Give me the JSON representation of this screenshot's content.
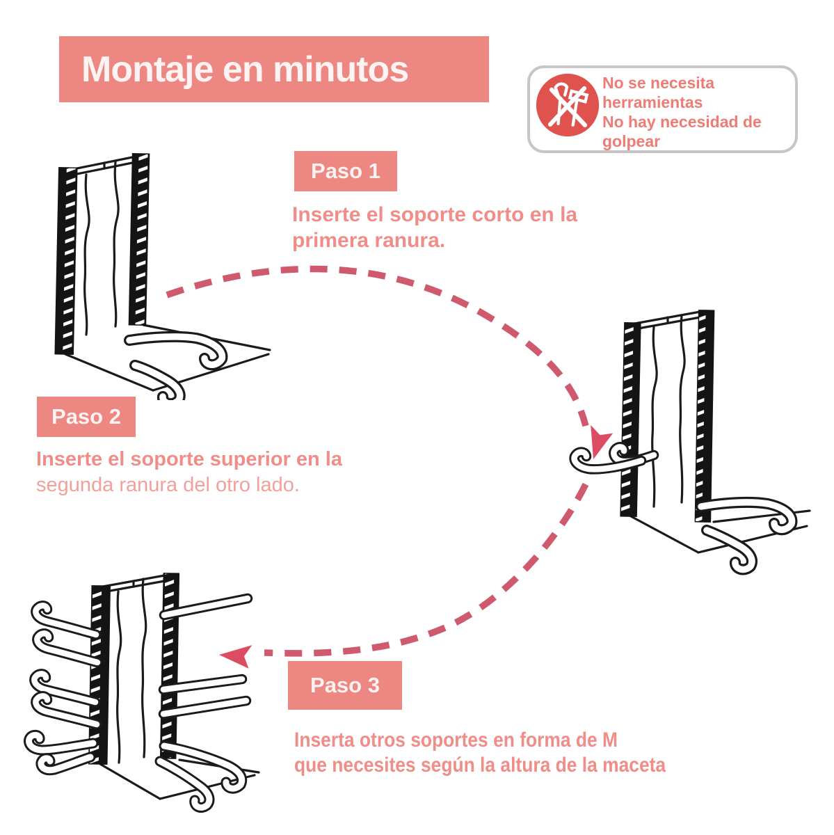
{
  "title": {
    "text": "Montaje en minutos"
  },
  "badge": {
    "icon": "no-tools-icon",
    "lines": [
      "No se necesita",
      "herramientas",
      "No hay necesidad de",
      "golpear"
    ]
  },
  "steps": [
    {
      "label": "Paso 1",
      "desc": [
        "Inserte el soporte corto en la",
        "primera ranura."
      ]
    },
    {
      "label": "Paso 2",
      "desc": [
        "Inserte el soporte superior en la",
        "segunda ranura del otro lado."
      ]
    },
    {
      "label": "Paso 3",
      "desc": [
        "Inserta otros soportes en forma de M",
        "que necesites según la altura de la maceta"
      ]
    }
  ],
  "illustrations": [
    {
      "name": "rack-frame-upright"
    },
    {
      "name": "rack-with-first-support-inserted"
    },
    {
      "name": "rack-fully-assembled"
    }
  ],
  "colors": {
    "accent": "#ec8781",
    "step_text": "#f08d88",
    "step_text_light": "#f3a09b",
    "badge_text": "#ee7c74",
    "badge_circle": "#e0524e",
    "arrow_dash": "#cf5a6d",
    "arrow_head": "#dc4c62",
    "line_art": "#1b1b1b"
  }
}
